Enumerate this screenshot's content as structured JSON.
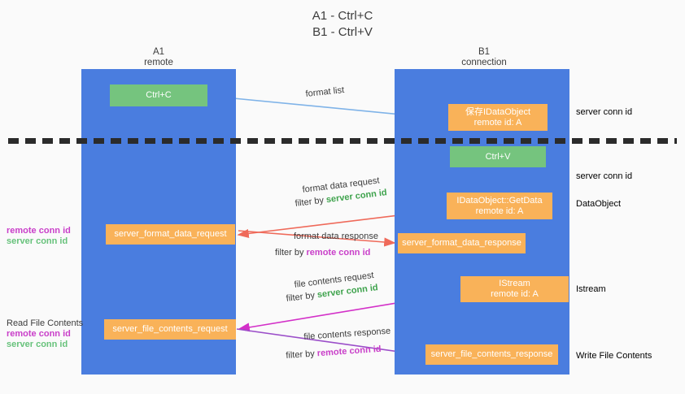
{
  "title": {
    "line1": "A1 - Ctrl+C",
    "line2": "B1 - Ctrl+V"
  },
  "columns": {
    "left": {
      "name": "A1",
      "role": "remote"
    },
    "right": {
      "name": "B1",
      "role": "connection"
    }
  },
  "boxes": {
    "ctrl_c": {
      "label": "Ctrl+C",
      "color": "#75c47e"
    },
    "save_idataobject": {
      "line1": "保存IDataObject",
      "line2": "remote id: A",
      "color": "#f9b259"
    },
    "ctrl_v": {
      "label": "Ctrl+V",
      "color": "#75c47e"
    },
    "getdata": {
      "line1": "IDataObject::GetData",
      "line2": "remote id: A",
      "color": "#f9b259"
    },
    "server_format_data_request": {
      "label": "server_format_data_request",
      "color": "#f9b259"
    },
    "server_format_data_response": {
      "label": "server_format_data_response",
      "color": "#f9b259"
    },
    "istream": {
      "line1": "IStream",
      "line2": "remote id: A",
      "color": "#f9b259"
    },
    "server_file_contents_request": {
      "label": "server_file_contents_request",
      "color": "#f9b259"
    },
    "server_file_contents_response": {
      "label": "server_file_contents_response",
      "color": "#f9b259"
    }
  },
  "edges": {
    "format_list": {
      "label": "format list"
    },
    "format_data_request": {
      "label": "format data request",
      "filter_prefix": "filter by ",
      "filter_key": "server conn id"
    },
    "format_data_response": {
      "label": "format data response",
      "filter_prefix": "filter by ",
      "filter_key": "remote conn id"
    },
    "file_contents_request": {
      "label": "file contents request",
      "filter_prefix": "filter by ",
      "filter_key": "server conn id"
    },
    "file_contents_response": {
      "label": "file contents response",
      "filter_prefix": "filter by ",
      "filter_key": "remote conn id"
    }
  },
  "annotations": {
    "left_middle": {
      "remote": "remote conn id",
      "server": "server conn id"
    },
    "left_bottom": {
      "heading": "Read File Contents",
      "remote": "remote conn id",
      "server": "server conn id"
    },
    "right_top": "server conn id",
    "right_second": "server conn id",
    "right_dataobject": "DataObject",
    "right_istream": "Istream",
    "right_write_file": "Write File Contents"
  },
  "colors": {
    "lane": "#4a7ddf",
    "green_box": "#75c47e",
    "orange_box": "#f9b259",
    "server_conn_id": "#3fa34d",
    "remote_conn_id": "#c93fc9",
    "arrow_blue": "#7fb3e8",
    "arrow_red": "#ef6a5a",
    "arrow_magenta": "#d330c8",
    "arrow_purple": "#9b4ec9",
    "arrow_dark": "#1a1a1a",
    "dashed_line": "#2b2b2b"
  }
}
